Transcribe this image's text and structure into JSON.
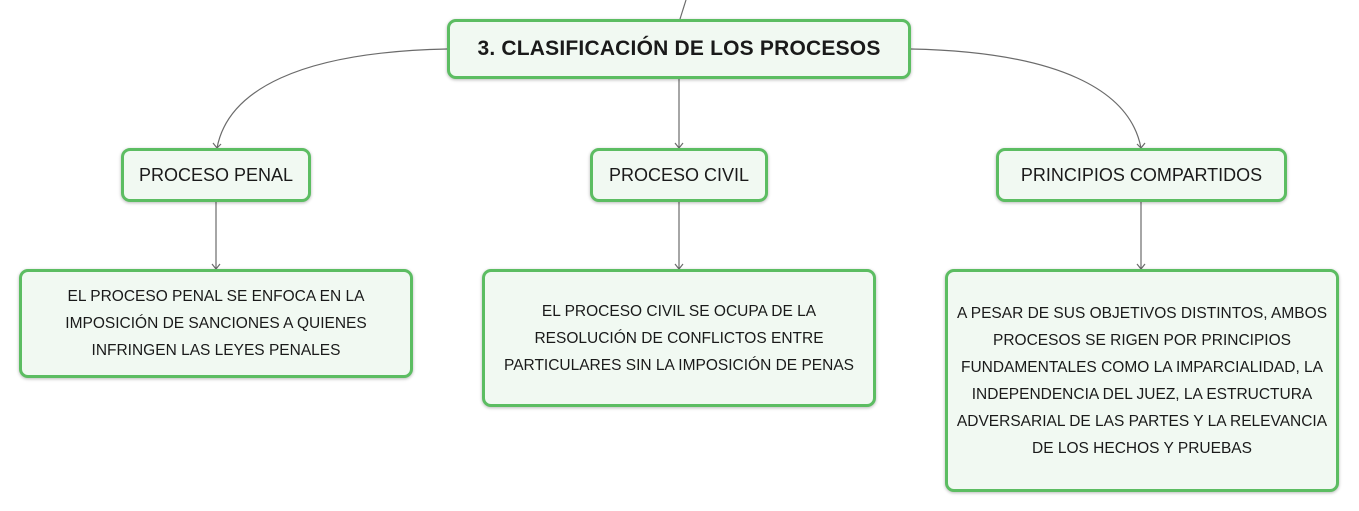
{
  "diagram": {
    "root": {
      "label": "3. CLASIFICACIÓN DE LOS PROCESOS"
    },
    "branches": [
      {
        "label": "PROCESO PENAL",
        "detail": "EL PROCESO PENAL SE ENFOCA EN LA IMPOSICIÓN DE SANCIONES A QUIENES INFRINGEN LAS LEYES PENALES"
      },
      {
        "label": "PROCESO CIVIL",
        "detail": "EL PROCESO CIVIL SE OCUPA DE LA RESOLUCIÓN DE CONFLICTOS ENTRE PARTICULARES SIN LA IMPOSICIÓN DE PENAS"
      },
      {
        "label": "PRINCIPIOS COMPARTIDOS",
        "detail": "A PESAR DE SUS OBJETIVOS DISTINTOS, AMBOS PROCESOS SE RIGEN POR PRINCIPIOS FUNDAMENTALES COMO LA IMPARCIALIDAD, LA INDEPENDENCIA DEL JUEZ, LA ESTRUCTURA ADVERSARIAL DE LAS PARTES Y LA RELEVANCIA DE LOS HECHOS Y PRUEBAS"
      }
    ],
    "colors": {
      "node_border": "#5cbd62",
      "node_fill": "#f1f9f2",
      "connector": "#6b6b6b"
    }
  }
}
